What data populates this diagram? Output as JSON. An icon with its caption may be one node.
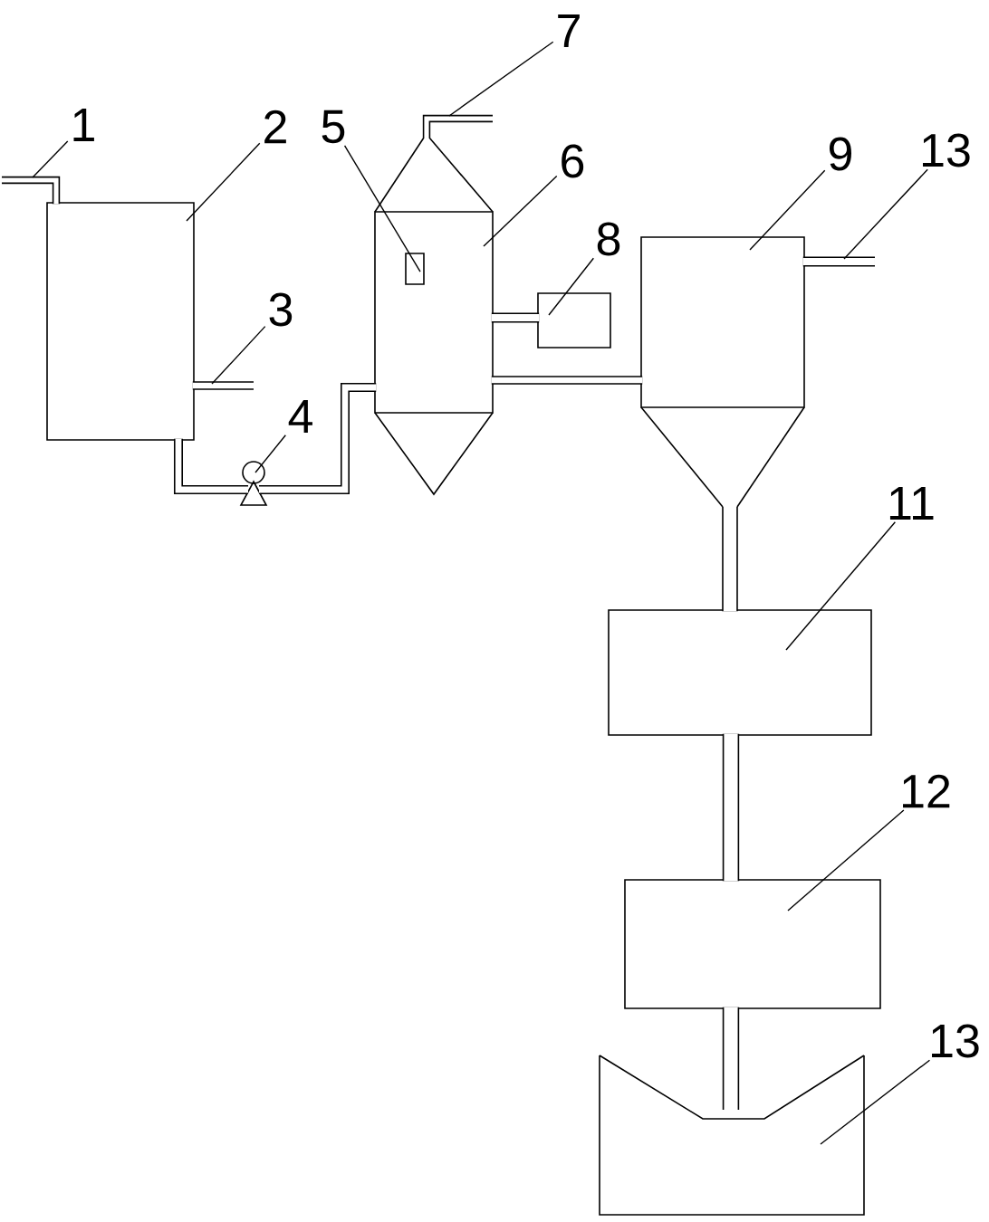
{
  "diagram": {
    "nodes": [
      {
        "text": [
          "1"
        ]
      },
      {
        "text": [
          "2"
        ]
      },
      {
        "text": [
          "5"
        ]
      },
      {
        "text": [
          "7"
        ]
      },
      {
        "text": [
          "6"
        ]
      },
      {
        "text": [
          "9"
        ]
      },
      {
        "text": [
          "13"
        ]
      },
      {
        "text": [
          "8"
        ]
      },
      {
        "text": [
          "3"
        ]
      },
      {
        "text": [
          "4"
        ]
      },
      {
        "text": [
          "11"
        ]
      },
      {
        "text": [
          "12"
        ]
      },
      {
        "text": [
          "13"
        ]
      },
      {
        "text": [],
        "shape": "box"
      },
      {
        "text": [],
        "shape": "tower"
      },
      {
        "text": [],
        "shape": "box",
        "in": 14
      },
      {
        "text": [],
        "shape": "pump"
      },
      {
        "text": [],
        "shape": "box"
      },
      {
        "text": [],
        "shape": "hopper"
      },
      {
        "text": [],
        "shape": "box"
      },
      {
        "text": [],
        "shape": "box"
      },
      {
        "text": [],
        "shape": "tray"
      }
    ],
    "edges": [
      {
        "from": 0,
        "to": 13,
        "arrow": "none"
      },
      {
        "from": 1,
        "to": 13,
        "arrow": "none"
      },
      {
        "from": 2,
        "to": 15,
        "arrow": "none"
      },
      {
        "from": 3,
        "to": 14,
        "arrow": "none"
      },
      {
        "from": 4,
        "to": 14,
        "arrow": "none"
      },
      {
        "from": 5,
        "to": 18,
        "arrow": "none"
      },
      {
        "from": 6,
        "to": 18,
        "arrow": "none"
      },
      {
        "from": 7,
        "to": 17,
        "arrow": "none"
      },
      {
        "from": 8,
        "to": 13,
        "arrow": "none"
      },
      {
        "from": 9,
        "to": 16,
        "arrow": "none"
      },
      {
        "from": 10,
        "to": 19,
        "arrow": "none"
      },
      {
        "from": 11,
        "to": 20,
        "arrow": "none"
      },
      {
        "from": 12,
        "to": 21,
        "arrow": "none"
      },
      {
        "from": 13,
        "to": 16,
        "arrow": "none",
        "style": "thick"
      },
      {
        "from": 16,
        "to": 14,
        "arrow": "none",
        "style": "thick"
      },
      {
        "from": 14,
        "to": 17,
        "arrow": "none",
        "style": "thick"
      },
      {
        "from": 14,
        "to": 18,
        "arrow": "none",
        "style": "thick"
      },
      {
        "from": 18,
        "to": 19,
        "arrow": "none",
        "style": "thick"
      },
      {
        "from": 19,
        "to": 20,
        "arrow": "none",
        "style": "thick"
      },
      {
        "from": 20,
        "to": 21,
        "arrow": "none",
        "style": "thick"
      }
    ]
  }
}
